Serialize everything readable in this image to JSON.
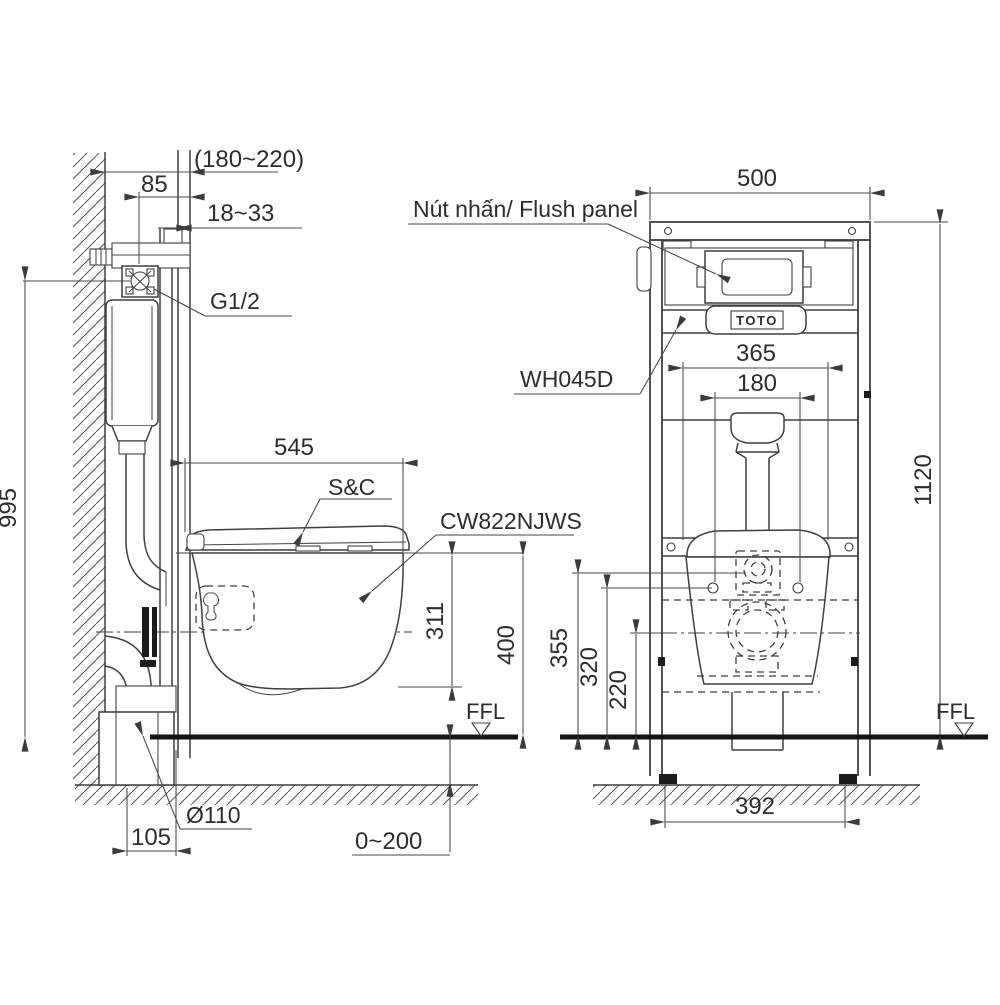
{
  "labels": {
    "flush_panel": "Nút nhấn/ Flush panel",
    "frame_model": "WH045D",
    "toilet_model": "CW822NJWS",
    "seat_cover": "S&C",
    "water_inlet_thread": "G1/2",
    "drain_pipe_diameter": "Ø110",
    "brand_logo": "TOTO",
    "floor_level_left": "FFL",
    "floor_level_right": "FFL"
  },
  "dimensions_side_view": {
    "wall_to_finished_wall": "(180~220)",
    "inlet_offset": "85",
    "finish_thickness": "18~33",
    "bowl_depth": "545",
    "inlet_height": "995",
    "bowl_front_height": "311",
    "rim_height": "400",
    "floor_buildup": "0~200",
    "drain_wall_offset": "105"
  },
  "dimensions_front_view": {
    "frame_width": "500",
    "frame_height": "1120",
    "hanger_width": "365",
    "bolt_spacing": "180",
    "inlet_center_height": "355",
    "bolt_height": "320",
    "drain_center_height": "220",
    "foot_spacing": "392"
  }
}
